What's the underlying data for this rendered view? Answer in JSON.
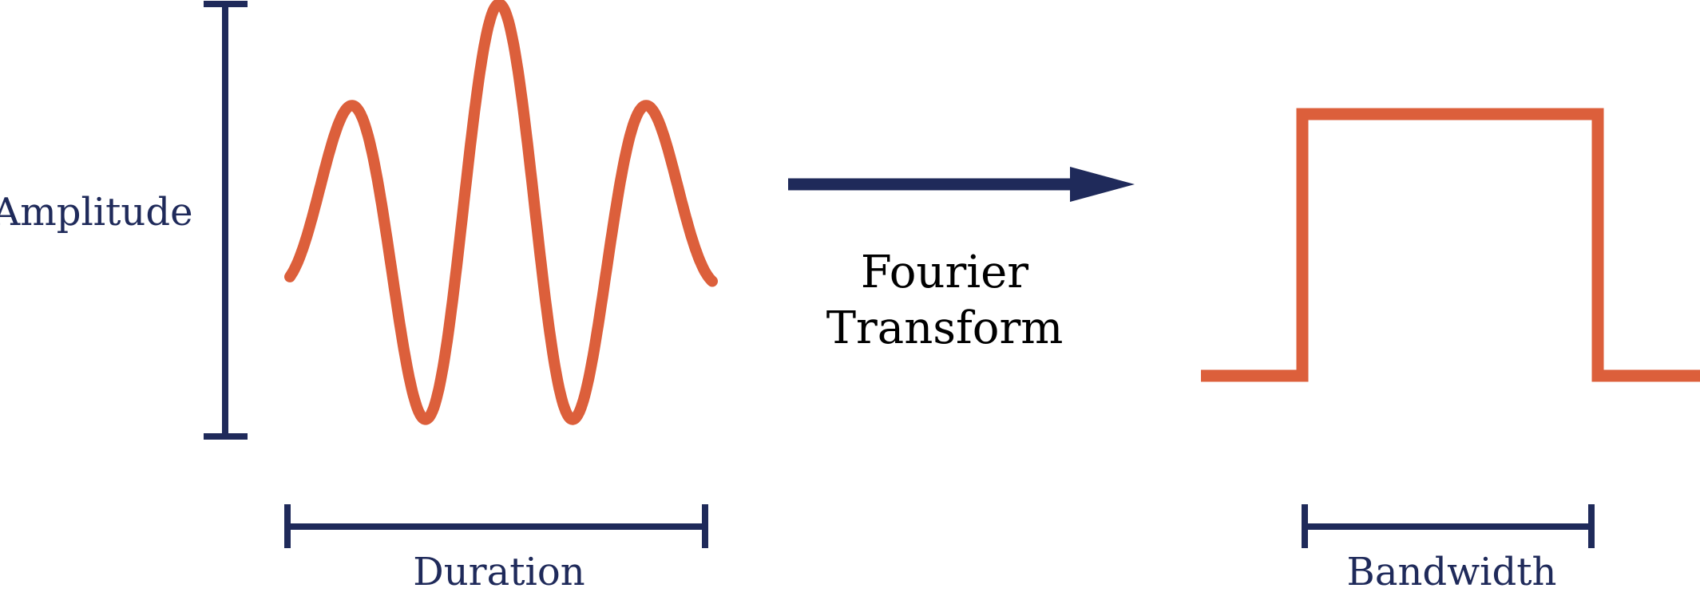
{
  "colors": {
    "navy": "#1f2a5a",
    "signal": "#dc5f3b",
    "text": "#000000",
    "background": "#ffffff"
  },
  "labels": {
    "amplitude": "Amplitude",
    "duration": "Duration",
    "transform_line1": "Fourier",
    "transform_line2": "Transform",
    "bandwidth": "Bandwidth"
  }
}
